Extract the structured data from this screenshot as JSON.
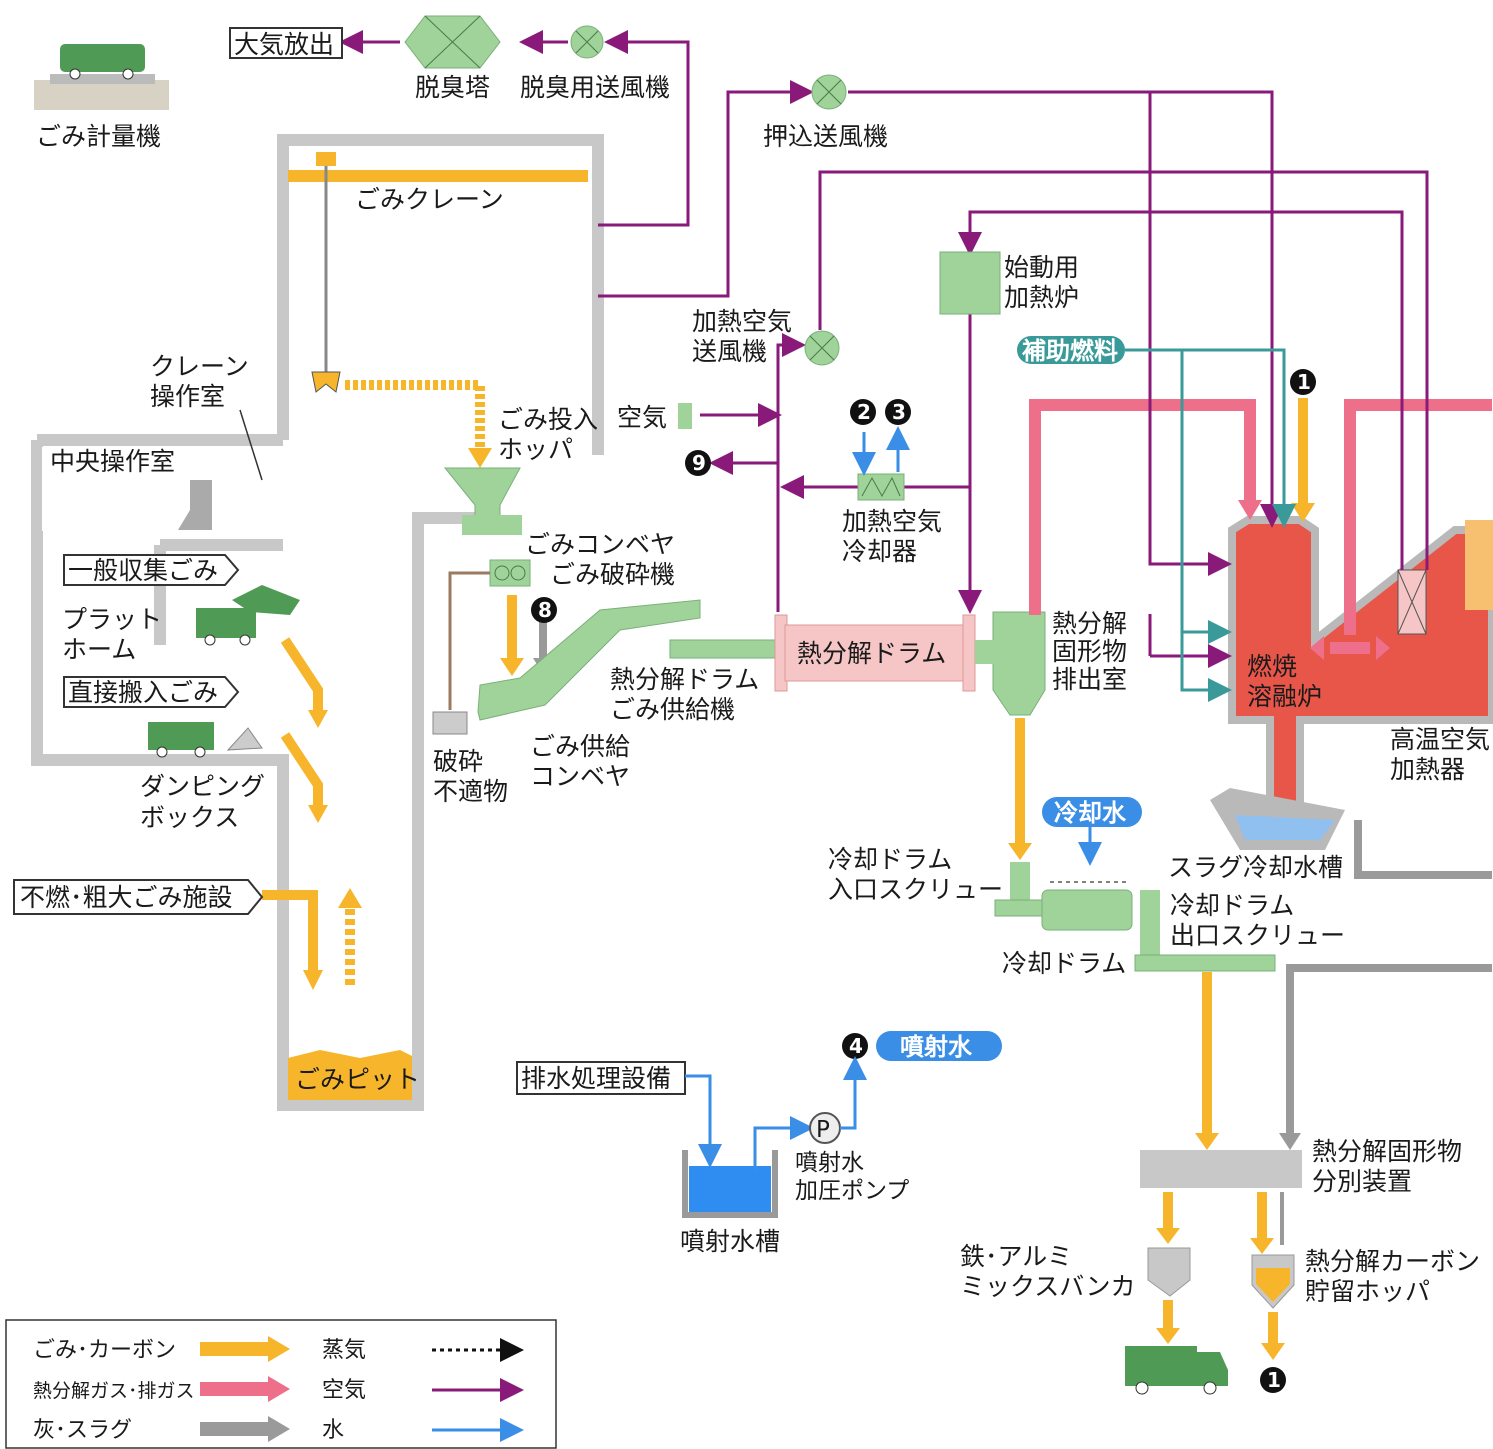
{
  "labels": {
    "gomi_keiryouki": "ごみ計量機",
    "taiki_houshutsu": "大気放出",
    "dasshuutou": "脱臭塔",
    "dasshuu_soufuuki": "脱臭用送風機",
    "oshikomi_soufuuki": "押込送風機",
    "gomi_crane": "ごみクレーン",
    "crane_sousashitsu_1": "クレーン",
    "crane_sousashitsu_2": "操作室",
    "chuuou_sousashitsu": "中央操作室",
    "ippan_shuushuu": "一般収集ごみ",
    "platform_1": "プラット",
    "platform_2": "ホーム",
    "chokusetsu_hannyuu": "直接搬入ごみ",
    "dumping_1": "ダンピング",
    "dumping_2": "ボックス",
    "funen_sodai": "不燃･粗大ごみ施設",
    "gomi_pit": "ごみピット",
    "gomi_tounyuu_1": "ごみ投入",
    "gomi_tounyuu_2": "ホッパ",
    "kuuki": "空気",
    "kanetsu_kuuki_soufuuki_1": "加熱空気",
    "kanetsu_kuuki_soufuuki_2": "送風機",
    "shidouyou_1": "始動用",
    "shidouyou_2": "加熱炉",
    "hojo_nenryou": "補助燃料",
    "kanetsu_kuuki_reikyakuki_1": "加熱空気",
    "kanetsu_kuuki_reikyakuki_2": "冷却器",
    "gomi_conveyor": "ごみコンベヤ",
    "gomi_hasaiki": "ごみ破砕機",
    "hasai_futekibutsu_1": "破砕",
    "hasai_futekibutsu_2": "不適物",
    "drum_kyoukyuuki_1": "熱分解ドラム",
    "drum_kyoukyuuki_2": "ごみ供給機",
    "gomi_kyoukyuu_conveyor_1": "ごみ供給",
    "gomi_kyoukyuu_conveyor_2": "コンベヤ",
    "netsubunkai_drum": "熱分解ドラム",
    "koukeibutsu_haishutsu_1": "熱分解",
    "koukeibutsu_haishutsu_2": "固形物",
    "koukeibutsu_haishutsu_3": "排出室",
    "shoukyaku_yuuyuuro_1": "燃焼",
    "shoukyaku_yuuyuuro_2": "溶融炉",
    "kouon_kuuki_1": "高温空気",
    "kouon_kuuki_2": "加熱器",
    "slag_reikyaku": "スラグ冷却水槽",
    "reikyakusui": "冷却水",
    "reikyaku_iriguchi_1": "冷却ドラム",
    "reikyaku_iriguchi_2": "入口スクリュー",
    "reikyaku_deguchi_1": "冷却ドラム",
    "reikyaku_deguchi_2": "出口スクリュー",
    "reikyaku_drum": "冷却ドラム",
    "haisui_shori": "排水処理設備",
    "funshasui": "噴射水",
    "funshasui_pump_1": "噴射水",
    "funshasui_pump_2": "加圧ポンプ",
    "pump_p": "P",
    "funshasui_sou": "噴射水槽",
    "bunbetsu_1": "熱分解固形物",
    "bunbetsu_2": "分別装置",
    "tetsu_alumi_1": "鉄･アルミ",
    "tetsu_alumi_2": "ミックスバンカ",
    "carbon_hopper_1": "熱分解カーボン",
    "carbon_hopper_2": "貯留ホッパ"
  },
  "markers": {
    "m1": "1",
    "m2": "2",
    "m3": "3",
    "m4": "4",
    "m8": "8",
    "m9": "9"
  },
  "legend": {
    "items": [
      {
        "label": "ごみ･カーボン",
        "style": "arrow",
        "color": "#f7b52b"
      },
      {
        "label": "熱分解ガス･排ガス",
        "style": "arrow",
        "color": "#ee6f8a"
      },
      {
        "label": "灰･スラグ",
        "style": "arrow",
        "color": "#9a9a9a"
      },
      {
        "label": "蒸気",
        "style": "dotted",
        "color": "#111111"
      },
      {
        "label": "空気",
        "style": "line",
        "color": "#8a1a7a"
      },
      {
        "label": "水",
        "style": "line",
        "color": "#3a8ee6"
      }
    ]
  },
  "colors": {
    "waste": "#f7b52b",
    "gas": "#ee6f8a",
    "ash": "#9a9a9a",
    "air": "#8a1a7a",
    "water": "#3a8ee6",
    "fuel": "#3a9a9a",
    "equipment": "#9fd39a",
    "furnace": "#e8564a",
    "drum": "#f6c6c6",
    "building": "#c8c8c8"
  }
}
